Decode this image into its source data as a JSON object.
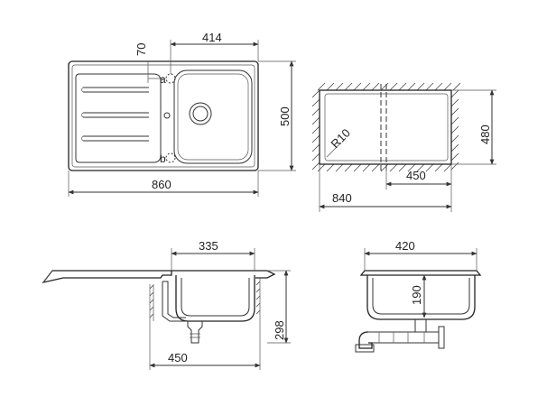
{
  "top_view": {
    "width_label": "860",
    "height_label": "500",
    "bowl_width_label": "414",
    "offset_label": "70",
    "tap_hole_a": "a",
    "tap_hole_b": "b"
  },
  "cutout": {
    "width_label": "840",
    "height_label": "480",
    "bowl_label": "450",
    "radius_label": "R10"
  },
  "side_view": {
    "bowl_width_label": "335",
    "depth_label": "298",
    "base_width_label": "450"
  },
  "end_view": {
    "width_label": "420",
    "depth_label": "190"
  }
}
